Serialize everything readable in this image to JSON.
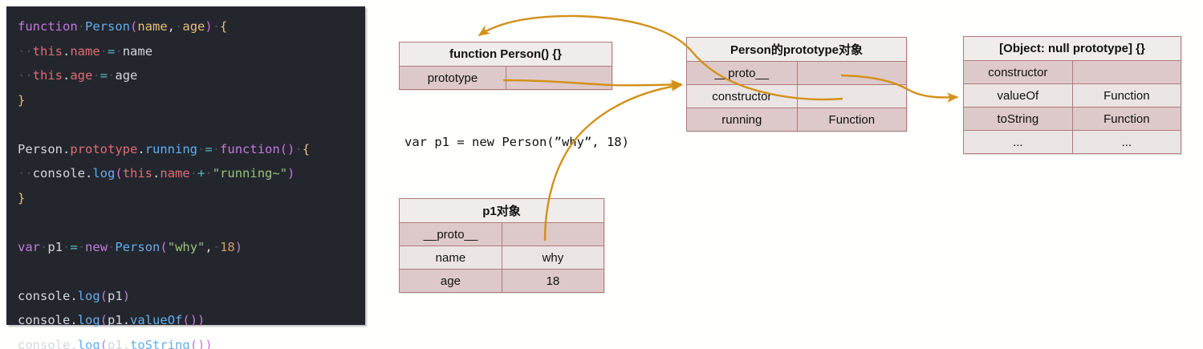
{
  "code": {
    "language": "javascript",
    "lines": [
      [
        {
          "t": "function",
          "c": "kw"
        },
        {
          "t": " ",
          "c": "ws"
        },
        {
          "t": "Person",
          "c": "fn"
        },
        {
          "t": "(",
          "c": "paren"
        },
        {
          "t": "name",
          "c": "param"
        },
        {
          "t": ",",
          "c": "plain"
        },
        {
          "t": " ",
          "c": "ws"
        },
        {
          "t": "age",
          "c": "param"
        },
        {
          "t": ")",
          "c": "paren"
        },
        {
          "t": " ",
          "c": "ws"
        },
        {
          "t": "{",
          "c": "punc"
        }
      ],
      [
        {
          "t": "  ",
          "c": "ws"
        },
        {
          "t": "this",
          "c": "this"
        },
        {
          "t": ".",
          "c": "dot"
        },
        {
          "t": "name",
          "c": "prop"
        },
        {
          "t": " ",
          "c": "ws"
        },
        {
          "t": "=",
          "c": "op"
        },
        {
          "t": " ",
          "c": "ws"
        },
        {
          "t": "name",
          "c": "plain"
        }
      ],
      [
        {
          "t": "  ",
          "c": "ws"
        },
        {
          "t": "this",
          "c": "this"
        },
        {
          "t": ".",
          "c": "dot"
        },
        {
          "t": "age",
          "c": "prop"
        },
        {
          "t": " ",
          "c": "ws"
        },
        {
          "t": "=",
          "c": "op"
        },
        {
          "t": " ",
          "c": "ws"
        },
        {
          "t": "age",
          "c": "plain"
        }
      ],
      [
        {
          "t": "}",
          "c": "punc"
        }
      ],
      [
        {
          "t": "",
          "c": "plain"
        }
      ],
      [
        {
          "t": "Person",
          "c": "plain"
        },
        {
          "t": ".",
          "c": "dot"
        },
        {
          "t": "prototype",
          "c": "prop"
        },
        {
          "t": ".",
          "c": "dot"
        },
        {
          "t": "running",
          "c": "fn"
        },
        {
          "t": " ",
          "c": "ws"
        },
        {
          "t": "=",
          "c": "op"
        },
        {
          "t": " ",
          "c": "ws"
        },
        {
          "t": "function",
          "c": "kw"
        },
        {
          "t": "(",
          "c": "paren"
        },
        {
          "t": ")",
          "c": "paren"
        },
        {
          "t": " ",
          "c": "ws"
        },
        {
          "t": "{",
          "c": "punc"
        }
      ],
      [
        {
          "t": "  ",
          "c": "ws"
        },
        {
          "t": "console",
          "c": "plain"
        },
        {
          "t": ".",
          "c": "dot"
        },
        {
          "t": "log",
          "c": "fn"
        },
        {
          "t": "(",
          "c": "paren"
        },
        {
          "t": "this",
          "c": "this"
        },
        {
          "t": ".",
          "c": "dot"
        },
        {
          "t": "name",
          "c": "prop"
        },
        {
          "t": " ",
          "c": "ws"
        },
        {
          "t": "+",
          "c": "op"
        },
        {
          "t": " ",
          "c": "ws"
        },
        {
          "t": "\"running~\"",
          "c": "str"
        },
        {
          "t": ")",
          "c": "paren"
        }
      ],
      [
        {
          "t": "}",
          "c": "punc"
        }
      ],
      [
        {
          "t": "",
          "c": "plain"
        }
      ],
      [
        {
          "t": "var",
          "c": "kw"
        },
        {
          "t": " ",
          "c": "ws"
        },
        {
          "t": "p1",
          "c": "plain"
        },
        {
          "t": " ",
          "c": "ws"
        },
        {
          "t": "=",
          "c": "op"
        },
        {
          "t": " ",
          "c": "ws"
        },
        {
          "t": "new",
          "c": "kw"
        },
        {
          "t": " ",
          "c": "ws"
        },
        {
          "t": "Person",
          "c": "fn"
        },
        {
          "t": "(",
          "c": "paren"
        },
        {
          "t": "\"why\"",
          "c": "str"
        },
        {
          "t": ",",
          "c": "plain"
        },
        {
          "t": " ",
          "c": "ws"
        },
        {
          "t": "18",
          "c": "num"
        },
        {
          "t": ")",
          "c": "paren"
        }
      ],
      [
        {
          "t": "",
          "c": "plain"
        }
      ],
      [
        {
          "t": "console",
          "c": "plain"
        },
        {
          "t": ".",
          "c": "dot"
        },
        {
          "t": "log",
          "c": "fn"
        },
        {
          "t": "(",
          "c": "paren"
        },
        {
          "t": "p1",
          "c": "plain"
        },
        {
          "t": ")",
          "c": "paren"
        }
      ],
      [
        {
          "t": "console",
          "c": "plain"
        },
        {
          "t": ".",
          "c": "dot"
        },
        {
          "t": "log",
          "c": "fn"
        },
        {
          "t": "(",
          "c": "paren"
        },
        {
          "t": "p1",
          "c": "plain"
        },
        {
          "t": ".",
          "c": "dot"
        },
        {
          "t": "valueOf",
          "c": "fn"
        },
        {
          "t": "(",
          "c": "paren"
        },
        {
          "t": ")",
          "c": "paren"
        },
        {
          "t": ")",
          "c": "paren"
        }
      ],
      [
        {
          "t": "console",
          "c": "plain"
        },
        {
          "t": ".",
          "c": "dot"
        },
        {
          "t": "log",
          "c": "fn"
        },
        {
          "t": "(",
          "c": "paren"
        },
        {
          "t": "p1",
          "c": "plain"
        },
        {
          "t": ".",
          "c": "dot"
        },
        {
          "t": "toString",
          "c": "fn"
        },
        {
          "t": "(",
          "c": "paren"
        },
        {
          "t": ")",
          "c": "paren"
        },
        {
          "t": ")",
          "c": "paren"
        }
      ]
    ]
  },
  "diagram": {
    "caption": "var p1 = new Person(”why”, 18)",
    "arrow_color": "#d39019",
    "tables": {
      "person_function": {
        "title": "function Person() {}",
        "rows": [
          {
            "key": "prototype",
            "value": "",
            "shade": "dark"
          }
        ]
      },
      "person_prototype": {
        "title": "Person的prototype对象",
        "rows": [
          {
            "key": "__proto__",
            "value": "",
            "shade": "dark"
          },
          {
            "key": "constructor",
            "value": "",
            "shade": "light"
          },
          {
            "key": "running",
            "value": "Function",
            "shade": "dark"
          }
        ]
      },
      "object_prototype": {
        "title": "[Object: null prototype] {}",
        "rows": [
          {
            "key": "constructor",
            "value": "",
            "shade": "dark"
          },
          {
            "key": "valueOf",
            "value": "Function",
            "shade": "light"
          },
          {
            "key": "toString",
            "value": "Function",
            "shade": "dark"
          },
          {
            "key": "...",
            "value": "...",
            "shade": "light"
          }
        ]
      },
      "p1_object": {
        "title": "p1对象",
        "rows": [
          {
            "key": "__proto__",
            "value": "",
            "shade": "dark"
          },
          {
            "key": "name",
            "value": "why",
            "shade": "light"
          },
          {
            "key": "age",
            "value": "18",
            "shade": "dark"
          }
        ]
      }
    },
    "links": [
      {
        "from": "person_prototype.constructor",
        "to": "person_function.title"
      },
      {
        "from": "person_function.prototype",
        "to": "person_prototype.left"
      },
      {
        "from": "p1_object.__proto__",
        "to": "person_prototype.left"
      },
      {
        "from": "person_prototype.__proto__",
        "to": "object_prototype.valueOf"
      }
    ]
  }
}
